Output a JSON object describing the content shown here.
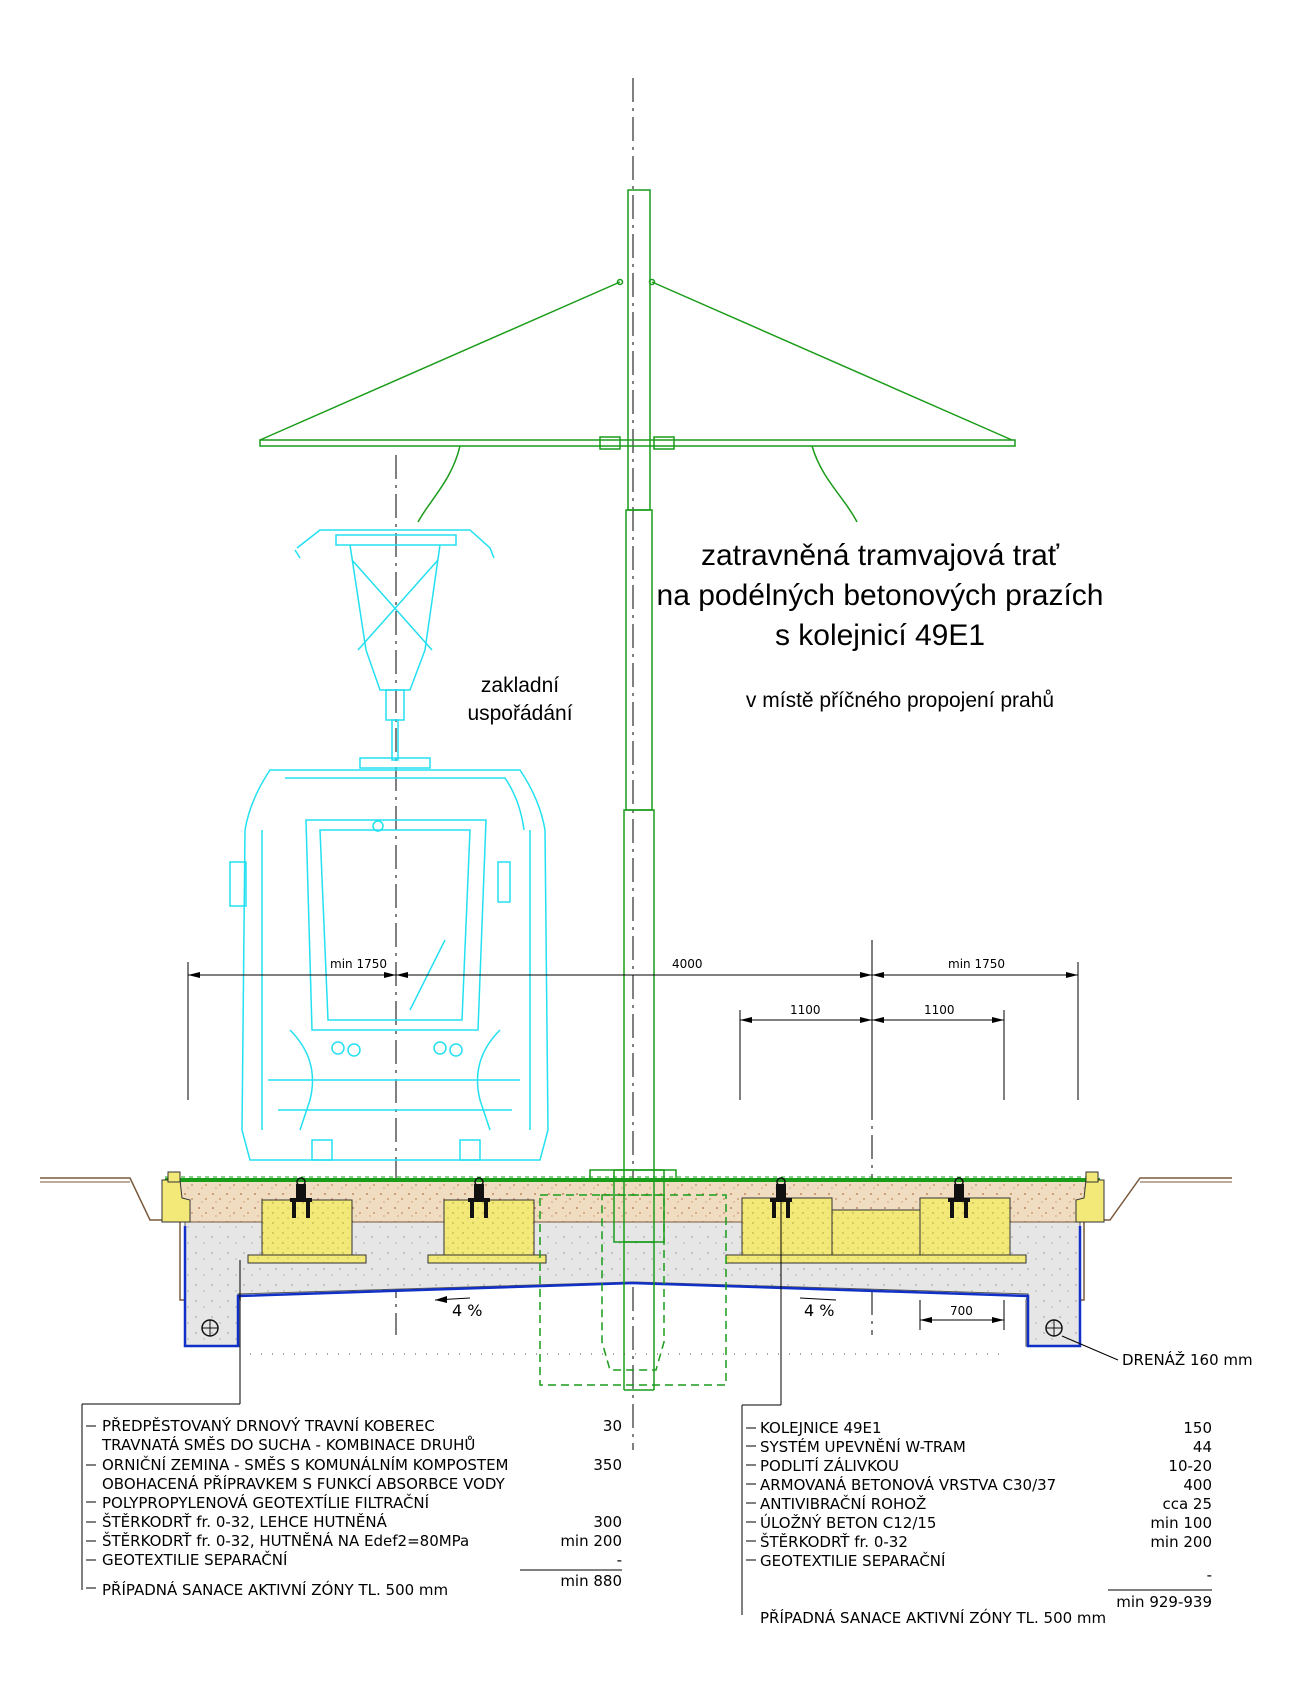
{
  "title": {
    "line1": "zatravněná tramvajová trať",
    "line2": "na podélných betonových prazích",
    "line3": "s kolejnicí 49E1"
  },
  "subtitle": "v místě příčného propojení prahů",
  "arrangement": {
    "line1": "zakladní",
    "line2": "uspořádání"
  },
  "dimensions": {
    "left_min": "min 1750",
    "center": "4000",
    "right_min": "min 1750",
    "half_left": "1100",
    "half_right": "1100",
    "offset": "700"
  },
  "slopes": {
    "left": "4 %",
    "right": "4 %"
  },
  "drainage": "DRENÁŽ 160 mm",
  "left_layers": [
    {
      "text": "PŘEDPĚSTOVANÝ DRNOVÝ TRAVNÍ KOBEREC",
      "value": "30"
    },
    {
      "text": "TRAVNATÁ SMĚS DO SUCHA - KOMBINACE DRUHŮ",
      "value": ""
    },
    {
      "text": "ORNIČNÍ ZEMINA - SMĚS S KOMUNÁLNÍM KOMPOSTEM",
      "value": "350"
    },
    {
      "text": "OBOHACENÁ PŘÍPRAVKEM S FUNKCÍ ABSORBCE VODY",
      "value": ""
    },
    {
      "text": "POLYPROPYLENOVÁ GEOTEXTÍLIE FILTRAČNÍ",
      "value": ""
    },
    {
      "text": "ŠTĚRKODRŤ fr. 0-32, LEHCE HUTNĚNÁ",
      "value": "300"
    },
    {
      "text": "ŠTĚRKODRŤ fr. 0-32, HUTNĚNÁ NA Edef2=80MPa",
      "value": "min 200"
    },
    {
      "text": "GEOTEXTILIE SEPARAČNÍ",
      "value": "-"
    }
  ],
  "left_total": "min 880",
  "left_remediation": "PŘÍPADNÁ SANACE AKTIVNÍ ZÓNY  TL. 500 mm",
  "right_layers": [
    {
      "text": "KOLEJNICE 49E1",
      "value": "150"
    },
    {
      "text": "SYSTÉM UPEVNĚNÍ W-TRAM",
      "value": "44"
    },
    {
      "text": "PODLITÍ ZÁLIVKOU",
      "value": "10-20"
    },
    {
      "text": "ARMOVANÁ BETONOVÁ VRSTVA  C30/37",
      "value": "400"
    },
    {
      "text": "ANTIVIBRAČNÍ ROHOŽ",
      "value": "cca 25"
    },
    {
      "text": "ÚLOŽNÝ BETON C12/15",
      "value": "min 100"
    },
    {
      "text": "ŠTĚRKODRŤ fr. 0-32",
      "value": "min 200"
    },
    {
      "text": "GEOTEXTILIE SEPARAČNÍ",
      "value": "-"
    }
  ],
  "right_total": "min 929-939",
  "right_remediation": "PŘÍPADNÁ SANACE AKTIVNÍ ZÓNY  TL. 500 mm",
  "colors": {
    "pole": "#1a9c1a",
    "tram": "#22e0f0",
    "sand": "#f0dcc0",
    "concrete": "#e4e4e4",
    "block": "#f3e978",
    "blue": "#1030c8",
    "ground": "#7a5a3c"
  }
}
